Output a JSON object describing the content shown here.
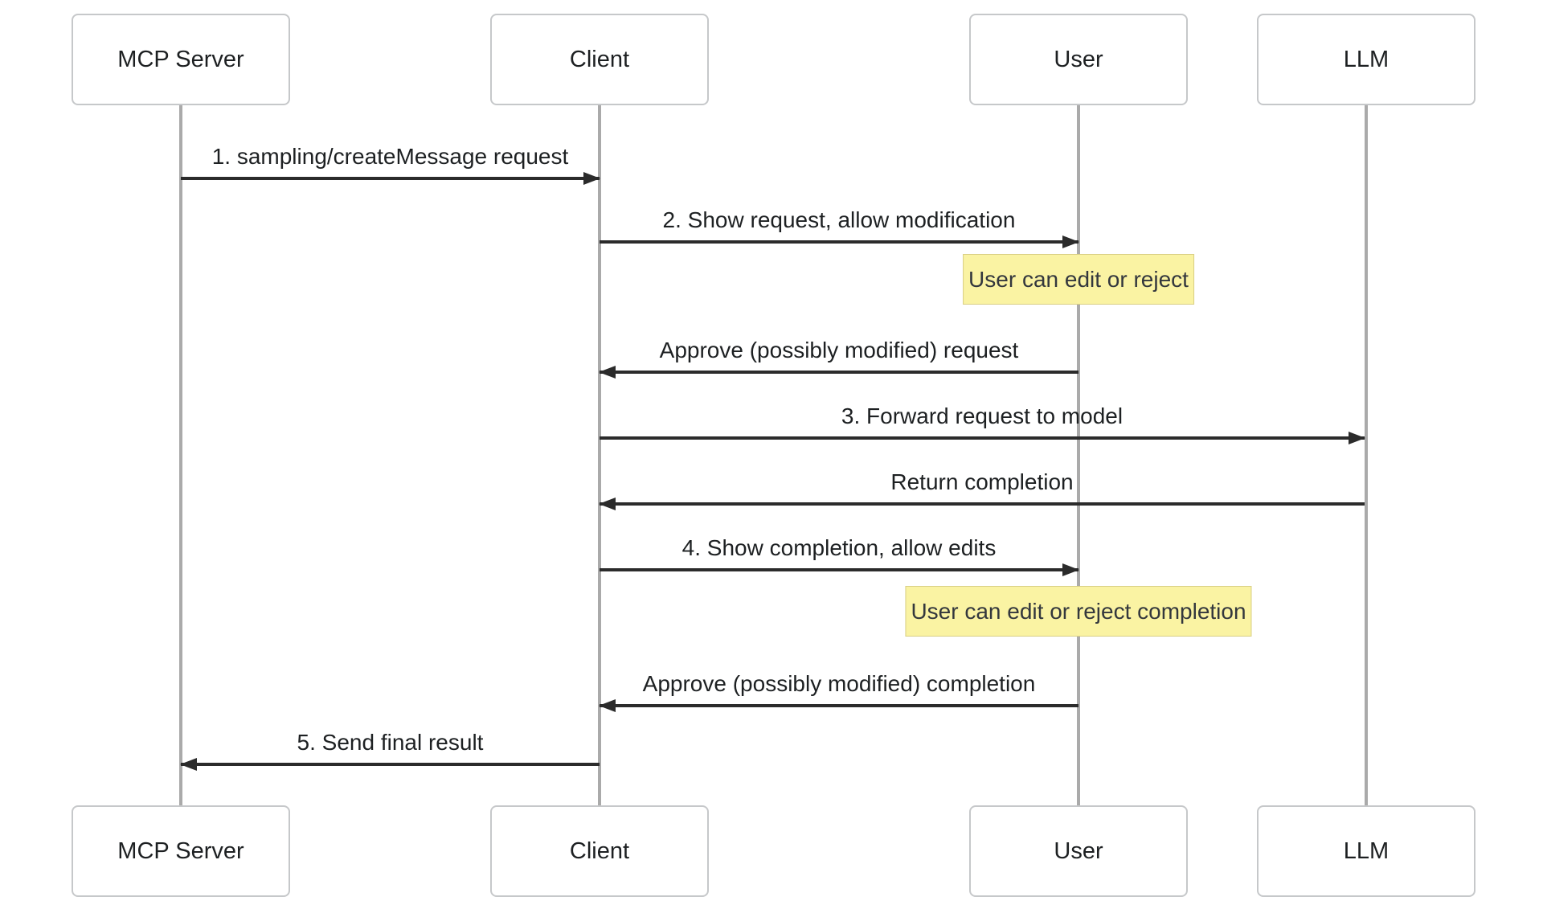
{
  "diagram": {
    "type": "sequence-diagram",
    "actors": [
      {
        "id": "mcp-server",
        "label": "MCP Server"
      },
      {
        "id": "client",
        "label": "Client"
      },
      {
        "id": "user",
        "label": "User"
      },
      {
        "id": "llm",
        "label": "LLM"
      }
    ],
    "messages": [
      {
        "label": "1. sampling/createMessage request",
        "from": "mcp-server",
        "to": "client",
        "direction": "right",
        "style": "solid"
      },
      {
        "label": "2. Show request, allow modification",
        "from": "client",
        "to": "user",
        "direction": "right",
        "style": "solid"
      },
      {
        "label": "Approve (possibly modified) request",
        "from": "user",
        "to": "client",
        "direction": "left",
        "style": "solid"
      },
      {
        "label": "3. Forward request to model",
        "from": "client",
        "to": "llm",
        "direction": "right",
        "style": "solid"
      },
      {
        "label": "Return completion",
        "from": "llm",
        "to": "client",
        "direction": "left",
        "style": "solid"
      },
      {
        "label": "4. Show completion, allow edits",
        "from": "client",
        "to": "user",
        "direction": "right",
        "style": "solid"
      },
      {
        "label": "Approve (possibly modified) completion",
        "from": "user",
        "to": "client",
        "direction": "left",
        "style": "solid"
      },
      {
        "label": "5. Send final result",
        "from": "client",
        "to": "mcp-server",
        "direction": "left",
        "style": "solid"
      }
    ],
    "notes": [
      {
        "label": "User can edit or reject",
        "over": "user"
      },
      {
        "label": "User can edit or reject completion",
        "over": "user"
      }
    ],
    "colors": {
      "background": "#ffffff",
      "actor_fill": "#ffffff",
      "actor_border": "#c6c8ca",
      "lifeline": "#aaaaaa",
      "arrow": "#2b2b2b",
      "text": "#1d2022",
      "note_fill": "#faf3a3",
      "note_border": "#d9cf85",
      "note_text": "#33373d"
    }
  }
}
